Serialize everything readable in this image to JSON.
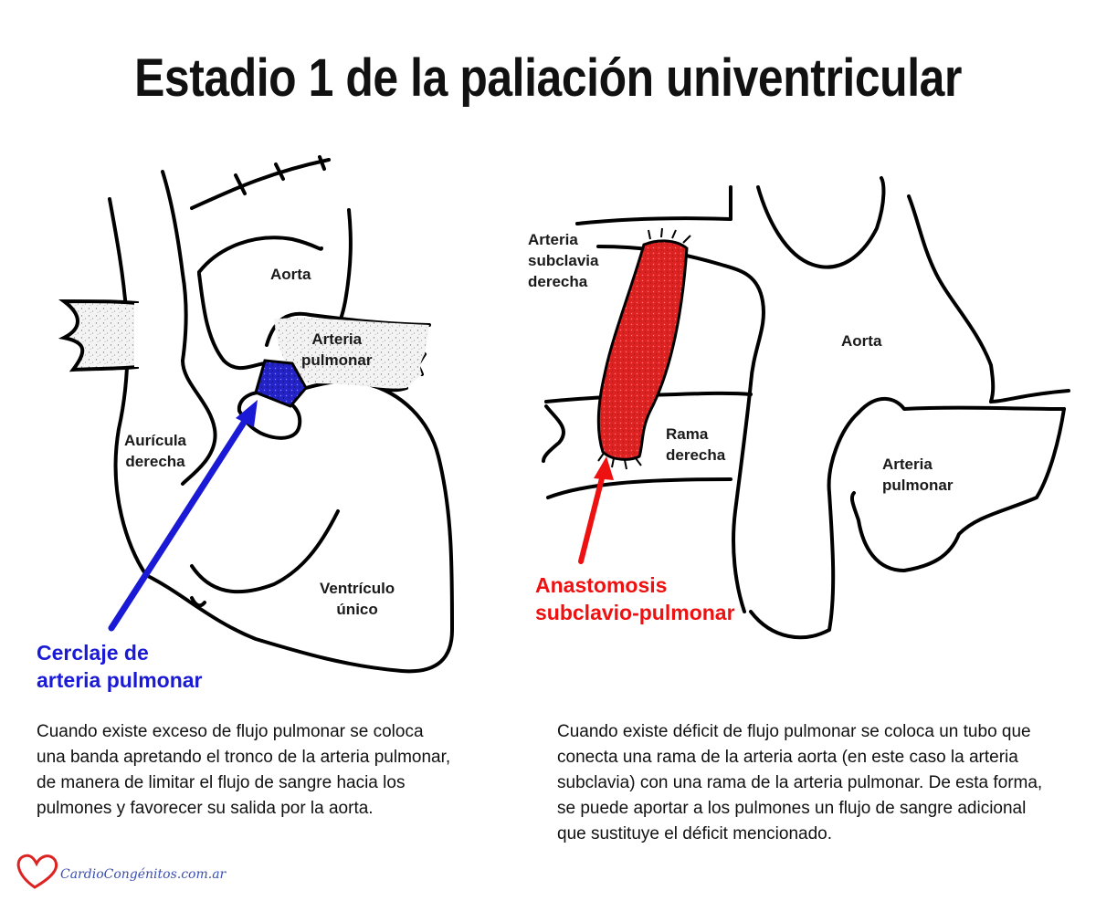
{
  "title": "Estadio 1 de la paliación univentricular",
  "left_diagram": {
    "labels": {
      "aorta": "Aorta",
      "arteria_pulmonar": [
        "Arteria",
        "pulmonar"
      ],
      "auricula_derecha": [
        "Aurícula",
        "derecha"
      ],
      "ventriculo_unico": [
        "Ventrículo",
        "único"
      ]
    },
    "callout": [
      "Cerclaje de",
      "arteria pulmonar"
    ],
    "callout_color": "#1a1ad6",
    "band_color": "#2323c8",
    "description": "Cuando existe exceso de flujo pulmonar se coloca\nuna banda apretando el tronco de la arteria pulmonar,\nde manera de limitar el flujo de sangre hacia los\npulmones y favorecer su salida por la aorta."
  },
  "right_diagram": {
    "labels": {
      "arteria_subclavia_derecha": [
        "Arteria",
        "subclavia",
        "derecha"
      ],
      "aorta": "Aorta",
      "rama_derecha": [
        "Rama",
        "derecha"
      ],
      "arteria_pulmonar": [
        "Arteria",
        "pulmonar"
      ]
    },
    "callout": [
      "Anastomosis",
      "subclavio-pulmonar"
    ],
    "callout_color": "#ee1111",
    "tube_color": "#dd2222",
    "description": "Cuando existe déficit de flujo pulmonar se coloca un tubo que\nconecta una rama de la arteria aorta (en este caso la arteria\nsubclavia) con una rama de la arteria pulmonar. De esta forma,\nse puede aportar a los pulmones un flujo de sangre adicional\nque sustituye el déficit mencionado."
  },
  "brand": {
    "text": "CardioCongénitos.com.ar",
    "logo": "heart-logo-icon"
  }
}
